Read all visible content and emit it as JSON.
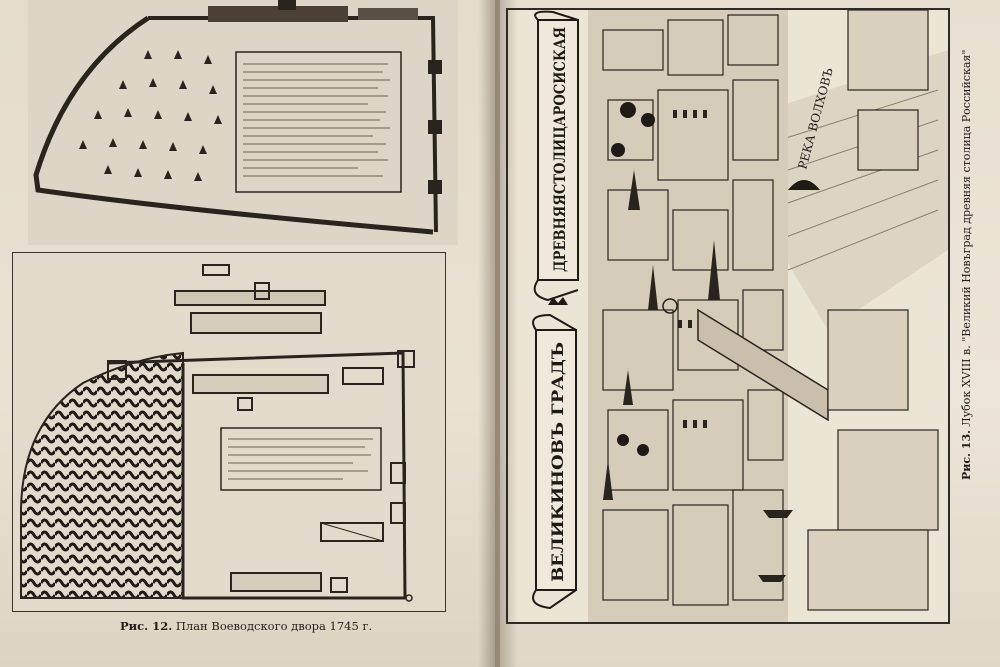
{
  "left_page": {
    "figure_label": "Рис. 12.",
    "figure_caption": "План Воеводского двора 1745 г."
  },
  "right_page": {
    "figure_label": "Рис. 13.",
    "figure_caption": "Лубок XVIII в. \"Великий Новъград древняя столица Российская\"",
    "banner_top": "ДРЕВНЯЯСТОЛИЦАРОСИСКАЯ",
    "banner_bottom": "ВЕЛИКИНОВЪ ГРАДЪ",
    "river_label": "РЕКА ВОЛХОВЪ"
  },
  "colors": {
    "ink": "#1d1a17",
    "paper": "#e8e1d2",
    "gutter_shadow": "#6b5a45"
  }
}
